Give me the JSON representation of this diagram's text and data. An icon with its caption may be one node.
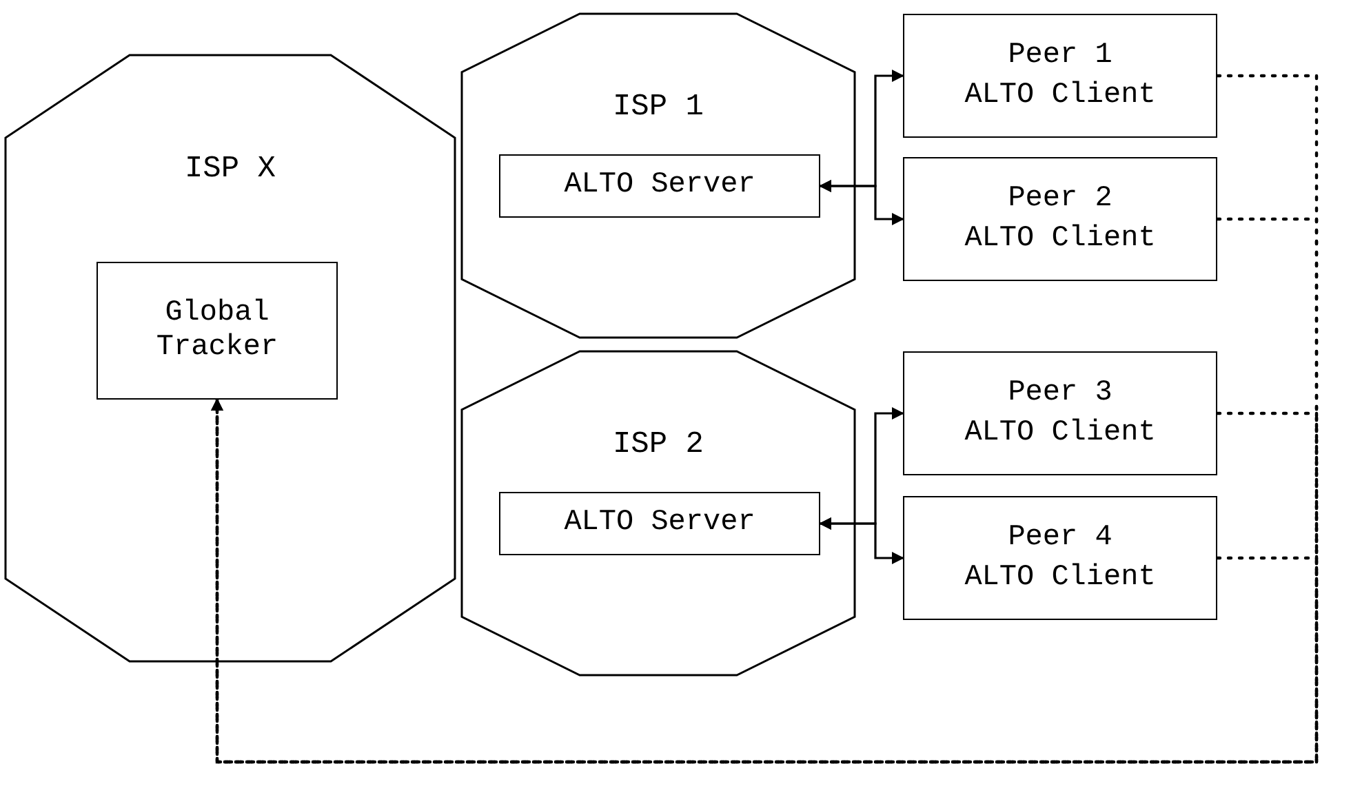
{
  "diagram": {
    "nodes": [
      {
        "text": [
          "ISP X"
        ]
      },
      {
        "text": [
          "Global Tracker"
        ],
        "in": 0
      },
      {
        "text": [
          "ISP 1"
        ]
      },
      {
        "text": [
          "ALTO Server"
        ],
        "in": 2
      },
      {
        "text": [
          "ISP 2"
        ]
      },
      {
        "text": [
          "ALTO Server"
        ],
        "in": 4
      },
      {
        "text": [
          "Peer 1",
          "ALTO Client"
        ]
      },
      {
        "text": [
          "Peer 2",
          "ALTO Client"
        ]
      },
      {
        "text": [
          "Peer 3",
          "ALTO Client"
        ]
      },
      {
        "text": [
          "Peer 4",
          "ALTO Client"
        ]
      }
    ],
    "edges": [
      {
        "from": 3,
        "to": 6,
        "arrow": "both"
      },
      {
        "from": 3,
        "to": 7,
        "arrow": "both"
      },
      {
        "from": 5,
        "to": 8,
        "arrow": "both"
      },
      {
        "from": 5,
        "to": 9,
        "arrow": "both"
      },
      {
        "from": 6,
        "to": 1,
        "arrow": "to",
        "style": "dashed"
      },
      {
        "from": 7,
        "to": 1,
        "arrow": "to",
        "style": "dashed"
      },
      {
        "from": 8,
        "to": 1,
        "arrow": "to",
        "style": "dashed"
      },
      {
        "from": 9,
        "to": 1,
        "arrow": "to",
        "style": "dashed"
      }
    ]
  }
}
